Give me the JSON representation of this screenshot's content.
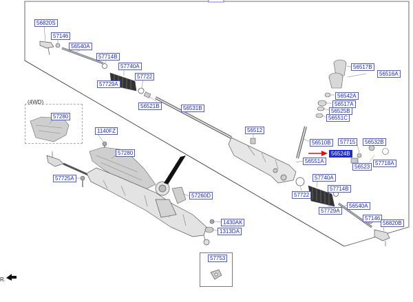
{
  "diagram": {
    "variant_label": "(4WD)",
    "corner_fragment": "R.",
    "labels": {
      "l56820S": "56820S",
      "l57146_tl": "57146",
      "l56540A_top": "56540A",
      "l57714B_top": "57714B",
      "l57740A_top": "57740A",
      "l57729A_top": "57729A",
      "l57722_top": "57722",
      "l56521B": "56521B",
      "l56531B": "56531B",
      "l57280_4wd": "57280",
      "l1140FZ": "1140FZ",
      "l57280": "57280",
      "l57725A": "57725A",
      "l57260D": "57260D",
      "l1430AK": "1430AK",
      "l1313DA": "1313DA",
      "l57753": "57753",
      "l56517B": "56517B",
      "l56516A": "56516A",
      "l56542A": "56542A",
      "l56517A": "56517A",
      "l56525B": "56525B",
      "l56551C": "56551C",
      "l56512": "56512",
      "l56510B": "56510B",
      "l57715": "57715",
      "l56532B": "56532B",
      "l56524B": "56524B",
      "l56551A": "56551A",
      "l56523": "56523",
      "l57718A": "57718A",
      "l57740A_bot": "57740A",
      "l57722_bot": "57722",
      "l57714B_bot": "57714B",
      "l56540A_bot": "56540A",
      "l57729A_bot": "57729A",
      "l57146_br": "57146",
      "l56820B": "56820B"
    }
  },
  "colors": {
    "label_text": "#1a27c8",
    "label_border": "#4a57e0",
    "highlight_fill": "#1d2bd0",
    "arrow_red": "#e01010",
    "line_art": "#555555"
  }
}
